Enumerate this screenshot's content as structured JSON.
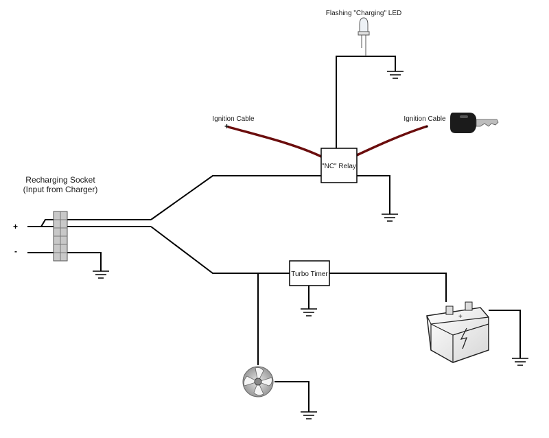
{
  "labels": {
    "led": "Flashing \"Charging\" LED",
    "ignition_plus": "Ignition Cable",
    "ignition_minus": "Ignition Cable",
    "relay": "\"NC\" Relay",
    "socket_line1": "Recharging Socket",
    "socket_line2": "(Input from Charger)",
    "turbo_timer": "Turbo Timer"
  },
  "polarity": {
    "plus": "+",
    "minus": "-",
    "ign_plus": "+",
    "ign_minus": "-",
    "battery_plus": "+"
  },
  "colors": {
    "wire": "#000000",
    "ignition_cable": "#6b0d0d",
    "socket_fill": "#c8c8c8"
  },
  "icons": {
    "led": "led-icon",
    "key": "key-icon",
    "battery": "battery-icon",
    "fan": "fan-icon",
    "ground": "ground-icon"
  }
}
